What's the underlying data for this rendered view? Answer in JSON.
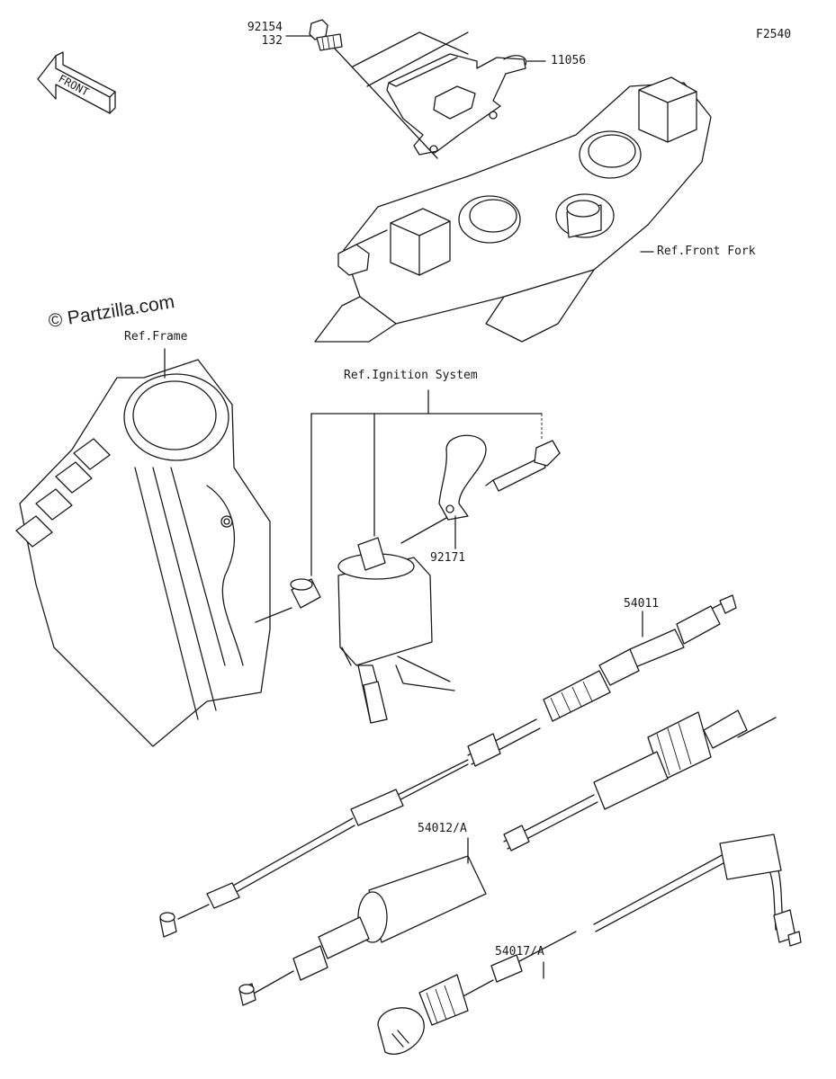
{
  "figure": {
    "code": "F2540",
    "watermark": "© Partzilla.com",
    "front_label": "FRONT"
  },
  "refs": {
    "front_fork": "Ref.Front Fork",
    "frame": "Ref.Frame",
    "ignition": "Ref.Ignition System"
  },
  "parts": [
    {
      "id": "p92154",
      "number": "92154",
      "qty": "132"
    },
    {
      "id": "p11056",
      "number": "11056"
    },
    {
      "id": "p92171",
      "number": "92171"
    },
    {
      "id": "p54011",
      "number": "54011"
    },
    {
      "id": "p54012",
      "number": "54012/A"
    },
    {
      "id": "p54017",
      "number": "54017/A"
    }
  ],
  "colors": {
    "line": "#1a1a1a",
    "background": "#ffffff"
  }
}
